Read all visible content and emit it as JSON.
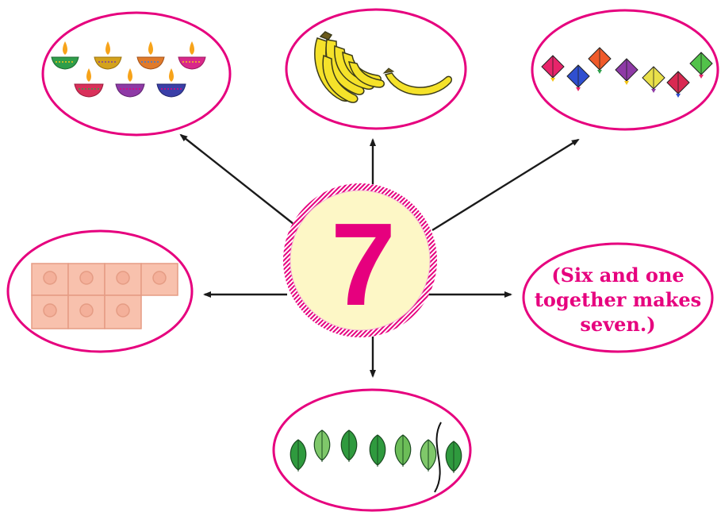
{
  "center": {
    "label": "7"
  },
  "caption_lines": [
    "(Six and one",
    "together makes",
    "seven.)"
  ],
  "groups": [
    {
      "name": "lamps",
      "count": 7
    },
    {
      "name": "bananas",
      "count": 7
    },
    {
      "name": "kites",
      "count": 7
    },
    {
      "name": "blocks",
      "count": 7
    },
    {
      "name": "leaves",
      "count": 7
    }
  ],
  "colors": {
    "accent": "#e6007e",
    "center_fill": "#fdf7c6",
    "arrow": "#1a1a1a",
    "block_fill": "#f8c1ad",
    "block_stroke": "#e59c84",
    "banana": "#f5e22a",
    "leaf": "#4caf50"
  }
}
